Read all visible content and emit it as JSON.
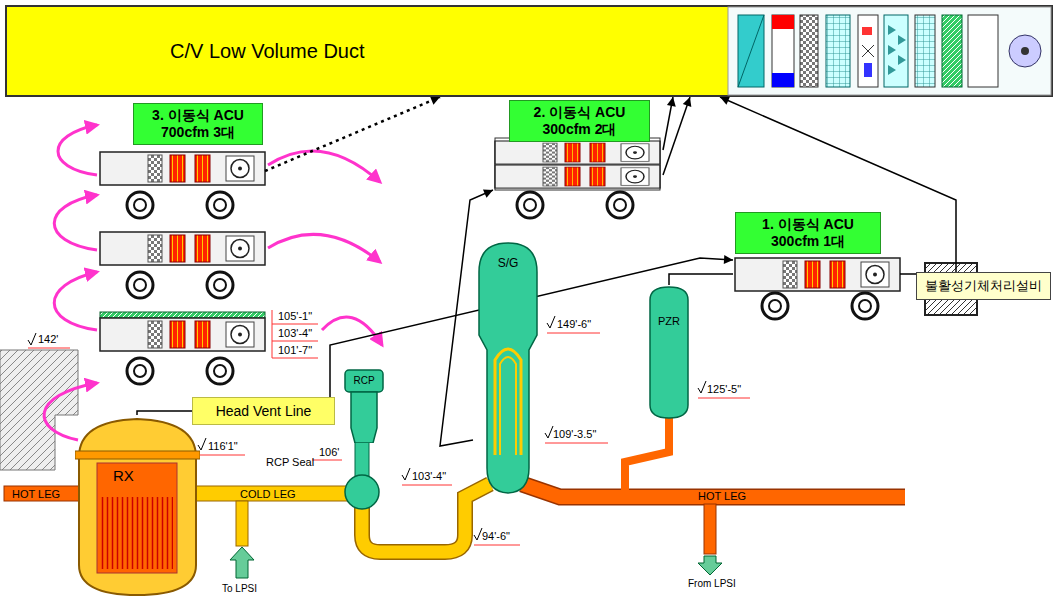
{
  "diagram": {
    "nodes": [
      {
        "text": [
          "C/V Low Volume Duct"
        ]
      },
      {
        "text": [
          "3. 이동식 ACU 700cfm 3대"
        ]
      },
      {
        "text": [
          "2. 이동식 ACU 300cfm 2대"
        ]
      },
      {
        "text": [
          "1. 이동식 ACU 300cfm 1대"
        ]
      },
      {
        "text": [
          "불활성기체처리설비"
        ]
      },
      {
        "text": [
          "Head Vent Line"
        ]
      },
      {
        "text": [
          "RX"
        ]
      },
      {
        "text": [
          "S/G"
        ]
      },
      {
        "text": [
          "PZR"
        ]
      },
      {
        "text": [
          "RCP"
        ]
      }
    ],
    "edges": [
      {
        "from": 1,
        "to": 0,
        "arrow": "to"
      },
      {
        "from": 2,
        "to": 0,
        "arrow": "to"
      },
      {
        "from": 2,
        "to": 0,
        "arrow": "to"
      },
      {
        "from": 4,
        "to": 0,
        "arrow": "to"
      },
      {
        "from": 7,
        "to": 2,
        "arrow": "to"
      },
      {
        "from": 6,
        "to": 3,
        "arrow": "to"
      },
      {
        "from": 8,
        "to": 3,
        "arrow": "none"
      }
    ],
    "labels": [
      "142'",
      "105'-1\"",
      "103'-4\"",
      "101'-7\"",
      "116'1\"",
      "RCP Seal",
      "106'",
      "103'-4\"",
      "94'-6\"",
      "149'-6\"",
      "109'-3.5\"",
      "125'-5\"",
      "HOT LEG",
      "COLD LEG",
      "HOT LEG",
      "To LPSI",
      "From LPSI"
    ]
  }
}
